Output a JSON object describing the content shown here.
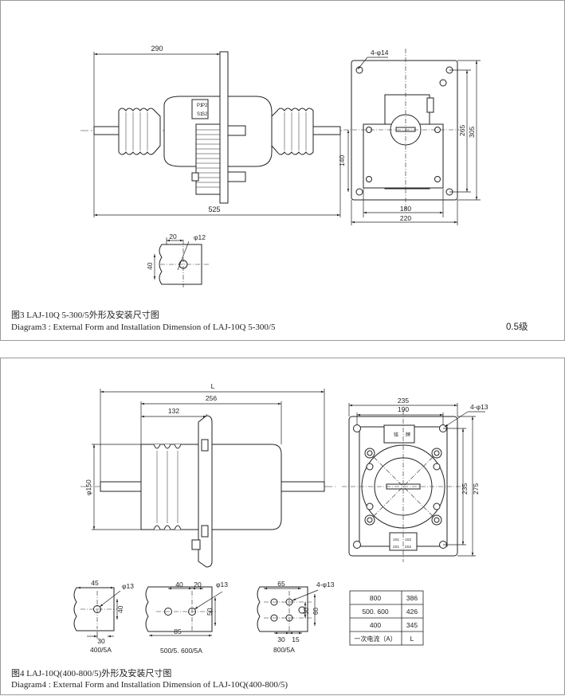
{
  "figure3": {
    "dims": {
      "d290": "290",
      "d525": "525",
      "d140": "140",
      "d305": "305",
      "d265": "265",
      "d180": "180",
      "d220": "220",
      "d4phi14": "4-φ14",
      "d20": "20",
      "dphi12": "φ12",
      "d40": "40"
    },
    "nameplate": [
      "P1",
      "P2",
      "S1",
      "S2"
    ],
    "caption_cn": "图3  LAJ-10Q  5-300/5外形及安装尺寸图",
    "caption_en": "Diagram3 : External Form and Installation Dimension of LAJ-10Q  5-300/5",
    "grade": "0.5级"
  },
  "figure4": {
    "dims": {
      "dL": "L",
      "d256": "256",
      "d132": "132",
      "dphi150": "φ150",
      "d235top": "235",
      "d190": "190",
      "d4phi13": "4-φ13",
      "d235side": "235",
      "d275": "275"
    },
    "nameplate": [
      "铭",
      "牌"
    ],
    "terminal_marks": [
      "1S1",
      "1S2",
      "2S1",
      "2S2"
    ],
    "details": {
      "a": {
        "d45": "45",
        "dphi13": "φ13",
        "d40": "40",
        "d30": "30",
        "label": "400/5A"
      },
      "b": {
        "d40": "40",
        "d20": "20",
        "dphi13": "φ13",
        "d50": "50",
        "d85": "85",
        "label": "500/5. 600/5A"
      },
      "c": {
        "d65": "65",
        "d4phi13": "4-φ13",
        "d30a": "30",
        "d60": "60",
        "d30": "30",
        "d15": "15",
        "label": "800/5A"
      }
    },
    "table": {
      "rows": [
        {
          "current": "800",
          "L": "386"
        },
        {
          "current": "500. 600",
          "L": "426"
        },
        {
          "current": "400",
          "L": "345"
        },
        {
          "current": "一次电流（A）",
          "L": "L"
        }
      ]
    },
    "caption_cn": "图4  LAJ-10Q(400-800/5)外形及安装尺寸图",
    "caption_en": "Diagram4 : External Form and Installation Dimension of LAJ-10Q(400-800/5)"
  }
}
